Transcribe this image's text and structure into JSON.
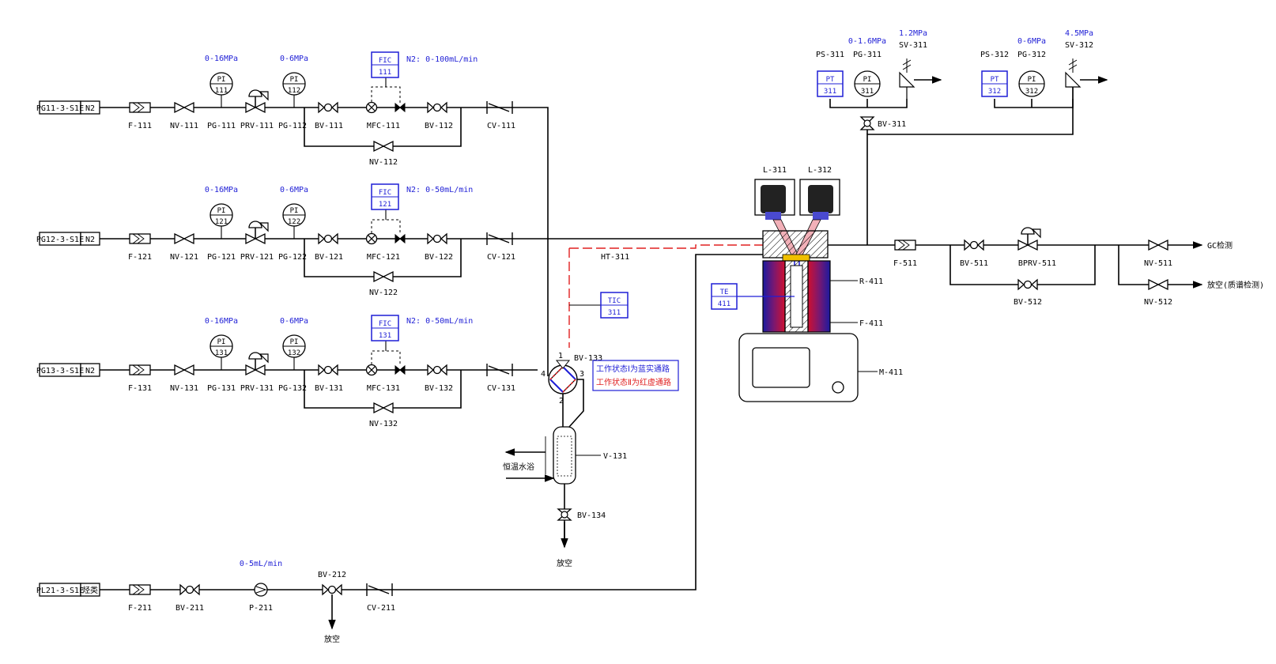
{
  "sources": [
    {
      "code": "PG11-3-S1E",
      "gas": "N2"
    },
    {
      "code": "PG12-3-S1E",
      "gas": "N2"
    },
    {
      "code": "PG13-3-S1E",
      "gas": "N2"
    },
    {
      "code": "PL21-3-S1E",
      "gas": "烃类"
    }
  ],
  "lines": [
    {
      "filter": "F-111",
      "nv": "NV-111",
      "pg": "PG-111",
      "prv": "PRV-111",
      "pg2": "PG-112",
      "bv1": "BV-111",
      "mfc": "MFC-111",
      "bv2": "BV-112",
      "cv": "CV-111",
      "bypass": "NV-112",
      "pi1_range": "0-16MPa",
      "pi1_tag": "PI",
      "pi1_num": "111",
      "pi2_range": "0-6MPa",
      "pi2_tag": "PI",
      "pi2_num": "112",
      "fic_tag": "FIC",
      "fic_num": "111",
      "flow": "N2: 0-100mL/min"
    },
    {
      "filter": "F-121",
      "nv": "NV-121",
      "pg": "PG-121",
      "prv": "PRV-121",
      "pg2": "PG-122",
      "bv1": "BV-121",
      "mfc": "MFC-121",
      "bv2": "BV-122",
      "cv": "CV-121",
      "bypass": "NV-122",
      "pi1_range": "0-16MPa",
      "pi1_tag": "PI",
      "pi1_num": "121",
      "pi2_range": "0-6MPa",
      "pi2_tag": "PI",
      "pi2_num": "122",
      "fic_tag": "FIC",
      "fic_num": "121",
      "flow": "N2: 0-50mL/min"
    },
    {
      "filter": "F-131",
      "nv": "NV-131",
      "pg": "PG-131",
      "prv": "PRV-131",
      "pg2": "PG-132",
      "bv1": "BV-131",
      "mfc": "MFC-131",
      "bv2": "BV-132",
      "cv": "CV-131",
      "bypass": "NV-132",
      "pi1_range": "0-16MPa",
      "pi1_tag": "PI",
      "pi1_num": "131",
      "pi2_range": "0-6MPa",
      "pi2_tag": "PI",
      "pi2_num": "132",
      "fic_tag": "FIC",
      "fic_num": "131",
      "flow": "N2: 0-50mL/min"
    }
  ],
  "liquid": {
    "filter": "F-211",
    "bv1": "BV-211",
    "pump": "P-211",
    "pump_range": "0-5mL/min",
    "bv2": "BV-212",
    "cv": "CV-211",
    "vent": "放空"
  },
  "switch": {
    "valve": "BV-133",
    "p1": "1",
    "p2": "2",
    "p3": "3",
    "p4": "4",
    "legend_blue": "工作状态Ⅰ为蓝实通路",
    "legend_red": "工作状态Ⅱ为红虚通路"
  },
  "saturator": {
    "tag": "V-131",
    "bath": "恒温水浴",
    "bv": "BV-134",
    "vent": "放空"
  },
  "heat_trace": {
    "tag": "HT-311",
    "tic_tag": "TIC",
    "tic_num": "311"
  },
  "reactor": {
    "lamp1": "L-311",
    "lamp2": "L-312",
    "r": "R-411",
    "f": "F-411",
    "m": "M-411",
    "te_tag": "TE",
    "te_num": "411"
  },
  "pressure": {
    "ps1": "PS-311",
    "pg1": "PG-311",
    "sv1": "SV-311",
    "pg1_range": "0-1.6MPa",
    "sv1_set": "1.2MPa",
    "pt1_tag": "PT",
    "pt1_num": "311",
    "pi1_tag": "PI",
    "pi1_num": "311",
    "bv": "BV-311",
    "ps2": "PS-312",
    "pg2": "PG-312",
    "sv2": "SV-312",
    "pg2_range": "0-6MPa",
    "sv2_set": "4.5MPa",
    "pt2_tag": "PT",
    "pt2_num": "312",
    "pi2_tag": "PI",
    "pi2_num": "312"
  },
  "outlet": {
    "filter": "F-511",
    "bv1": "BV-511",
    "bprv": "BPRV-511",
    "bv2": "BV-512",
    "nv1": "NV-511",
    "nv2": "NV-512",
    "dest1": "GC检测",
    "dest2": "放空(质谱检测)"
  },
  "colors": {
    "blue": "#1f1fd6",
    "red": "#e02020",
    "furnace_a": "#1a1aa0",
    "furnace_b": "#d01030"
  }
}
